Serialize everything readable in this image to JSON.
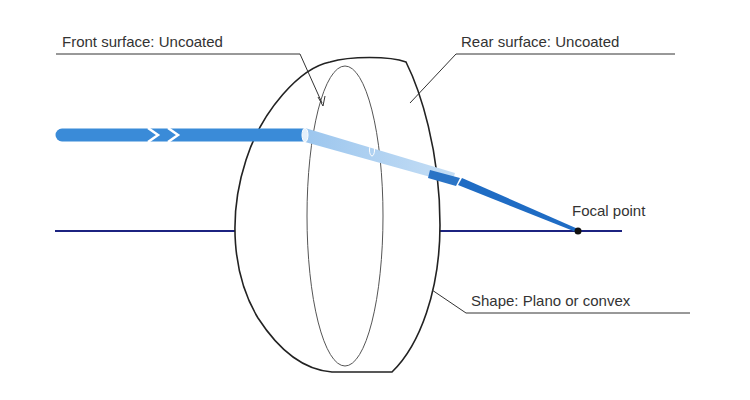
{
  "diagram": {
    "labels": [
      "Front surface: Uncoated",
      "Rear surface: Uncoated",
      "Focal point",
      "Shape: Plano or convex"
    ]
  }
}
